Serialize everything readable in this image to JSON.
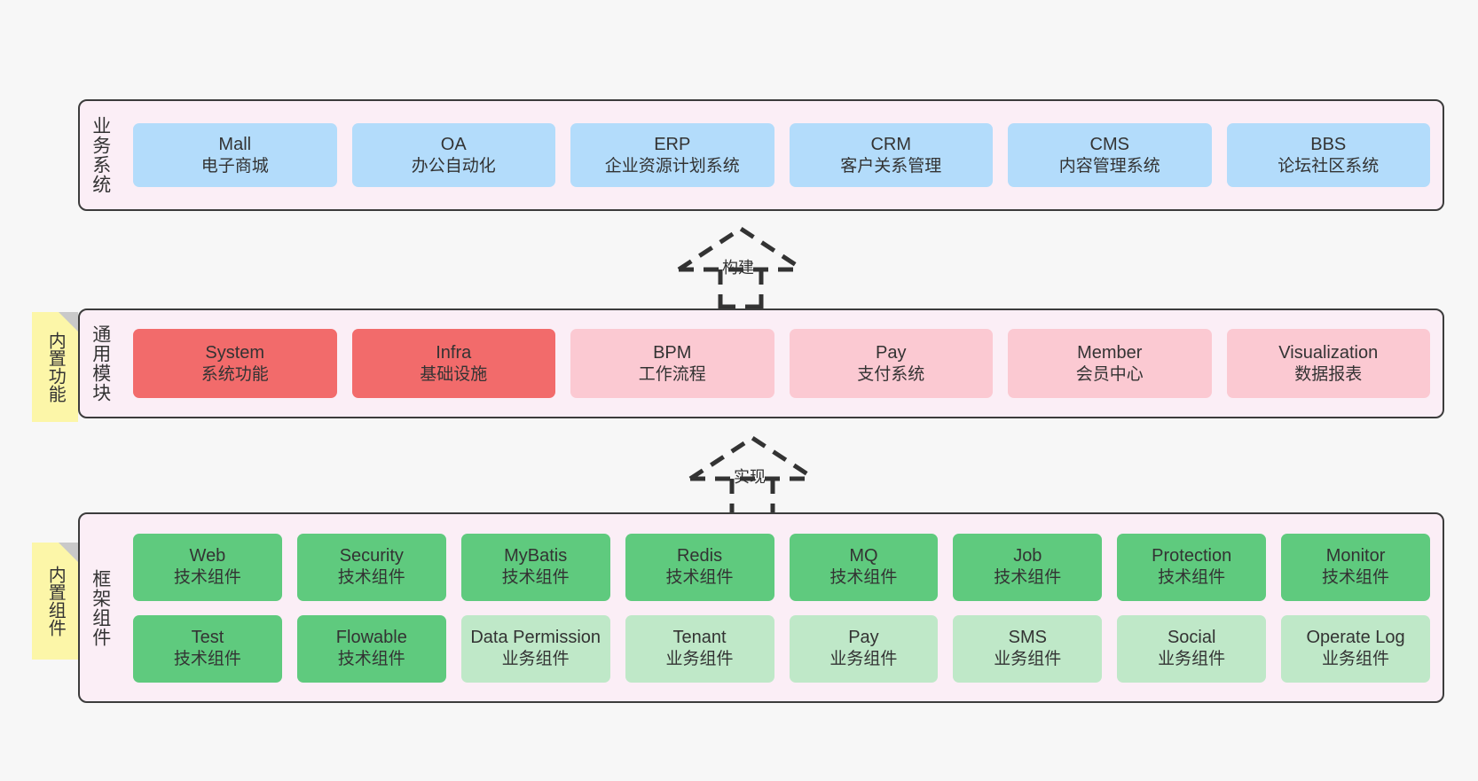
{
  "diagram": {
    "background_color": "#f7f7f7",
    "panel_color": "#fbeef6",
    "panel_border_color": "#3c3c3c",
    "note_color": "#fcf6a8"
  },
  "layers": [
    {
      "key": "business",
      "title": "业务系统",
      "note": null,
      "rows": [
        {
          "cells": [
            {
              "name": "Mall",
              "sub": "电子商城",
              "color": "#b3dcfb",
              "variant": "c-blue"
            },
            {
              "name": "OA",
              "sub": "办公自动化",
              "color": "#b3dcfb",
              "variant": "c-blue"
            },
            {
              "name": "ERP",
              "sub": "企业资源计划系统",
              "color": "#b3dcfb",
              "variant": "c-blue"
            },
            {
              "name": "CRM",
              "sub": "客户关系管理",
              "color": "#b3dcfb",
              "variant": "c-blue"
            },
            {
              "name": "CMS",
              "sub": "内容管理系统",
              "color": "#b3dcfb",
              "variant": "c-blue"
            },
            {
              "name": "BBS",
              "sub": "论坛社区系统",
              "color": "#b3dcfb",
              "variant": "c-blue"
            }
          ]
        }
      ]
    },
    {
      "key": "common",
      "title": "通用模块",
      "note": "内置功能",
      "rows": [
        {
          "cells": [
            {
              "name": "System",
              "sub": "系统功能",
              "color": "#f26b6b",
              "variant": "c-red"
            },
            {
              "name": "Infra",
              "sub": "基础设施",
              "color": "#f26b6b",
              "variant": "c-red"
            },
            {
              "name": "BPM",
              "sub": "工作流程",
              "color": "#fbc9d2",
              "variant": "c-pink"
            },
            {
              "name": "Pay",
              "sub": "支付系统",
              "color": "#fbc9d2",
              "variant": "c-pink"
            },
            {
              "name": "Member",
              "sub": "会员中心",
              "color": "#fbc9d2",
              "variant": "c-pink"
            },
            {
              "name": "Visualization",
              "sub": "数据报表",
              "color": "#fbc9d2",
              "variant": "c-pink"
            }
          ]
        }
      ]
    },
    {
      "key": "framework",
      "title": "框架组件",
      "note": "内置组件",
      "rows": [
        {
          "cells": [
            {
              "name": "Web",
              "sub": "技术组件",
              "color": "#5fca7e",
              "variant": "c-green"
            },
            {
              "name": "Security",
              "sub": "技术组件",
              "color": "#5fca7e",
              "variant": "c-green"
            },
            {
              "name": "MyBatis",
              "sub": "技术组件",
              "color": "#5fca7e",
              "variant": "c-green"
            },
            {
              "name": "Redis",
              "sub": "技术组件",
              "color": "#5fca7e",
              "variant": "c-green"
            },
            {
              "name": "MQ",
              "sub": "技术组件",
              "color": "#5fca7e",
              "variant": "c-green"
            },
            {
              "name": "Job",
              "sub": "技术组件",
              "color": "#5fca7e",
              "variant": "c-green"
            },
            {
              "name": "Protection",
              "sub": "技术组件",
              "color": "#5fca7e",
              "variant": "c-green"
            },
            {
              "name": "Monitor",
              "sub": "技术组件",
              "color": "#5fca7e",
              "variant": "c-green"
            }
          ]
        },
        {
          "cells": [
            {
              "name": "Test",
              "sub": "技术组件",
              "color": "#5fca7e",
              "variant": "c-green"
            },
            {
              "name": "Flowable",
              "sub": "技术组件",
              "color": "#5fca7e",
              "variant": "c-green"
            },
            {
              "name": "Data Permission",
              "sub": "业务组件",
              "color": "#bfe8c8",
              "variant": "c-lightgreen"
            },
            {
              "name": "Tenant",
              "sub": "业务组件",
              "color": "#bfe8c8",
              "variant": "c-lightgreen"
            },
            {
              "name": "Pay",
              "sub": "业务组件",
              "color": "#bfe8c8",
              "variant": "c-lightgreen"
            },
            {
              "name": "SMS",
              "sub": "业务组件",
              "color": "#bfe8c8",
              "variant": "c-lightgreen"
            },
            {
              "name": "Social",
              "sub": "业务组件",
              "color": "#bfe8c8",
              "variant": "c-lightgreen"
            },
            {
              "name": "Operate Log",
              "sub": "业务组件",
              "color": "#bfe8c8",
              "variant": "c-lightgreen"
            }
          ]
        }
      ]
    }
  ],
  "arrows": [
    {
      "key": "build",
      "label": "构建",
      "style": "dashed-generalization",
      "from": "通用模块",
      "to": "业务系统"
    },
    {
      "key": "impl",
      "label": "实现",
      "style": "dashed-generalization",
      "from": "框架组件",
      "to": "通用模块"
    }
  ]
}
